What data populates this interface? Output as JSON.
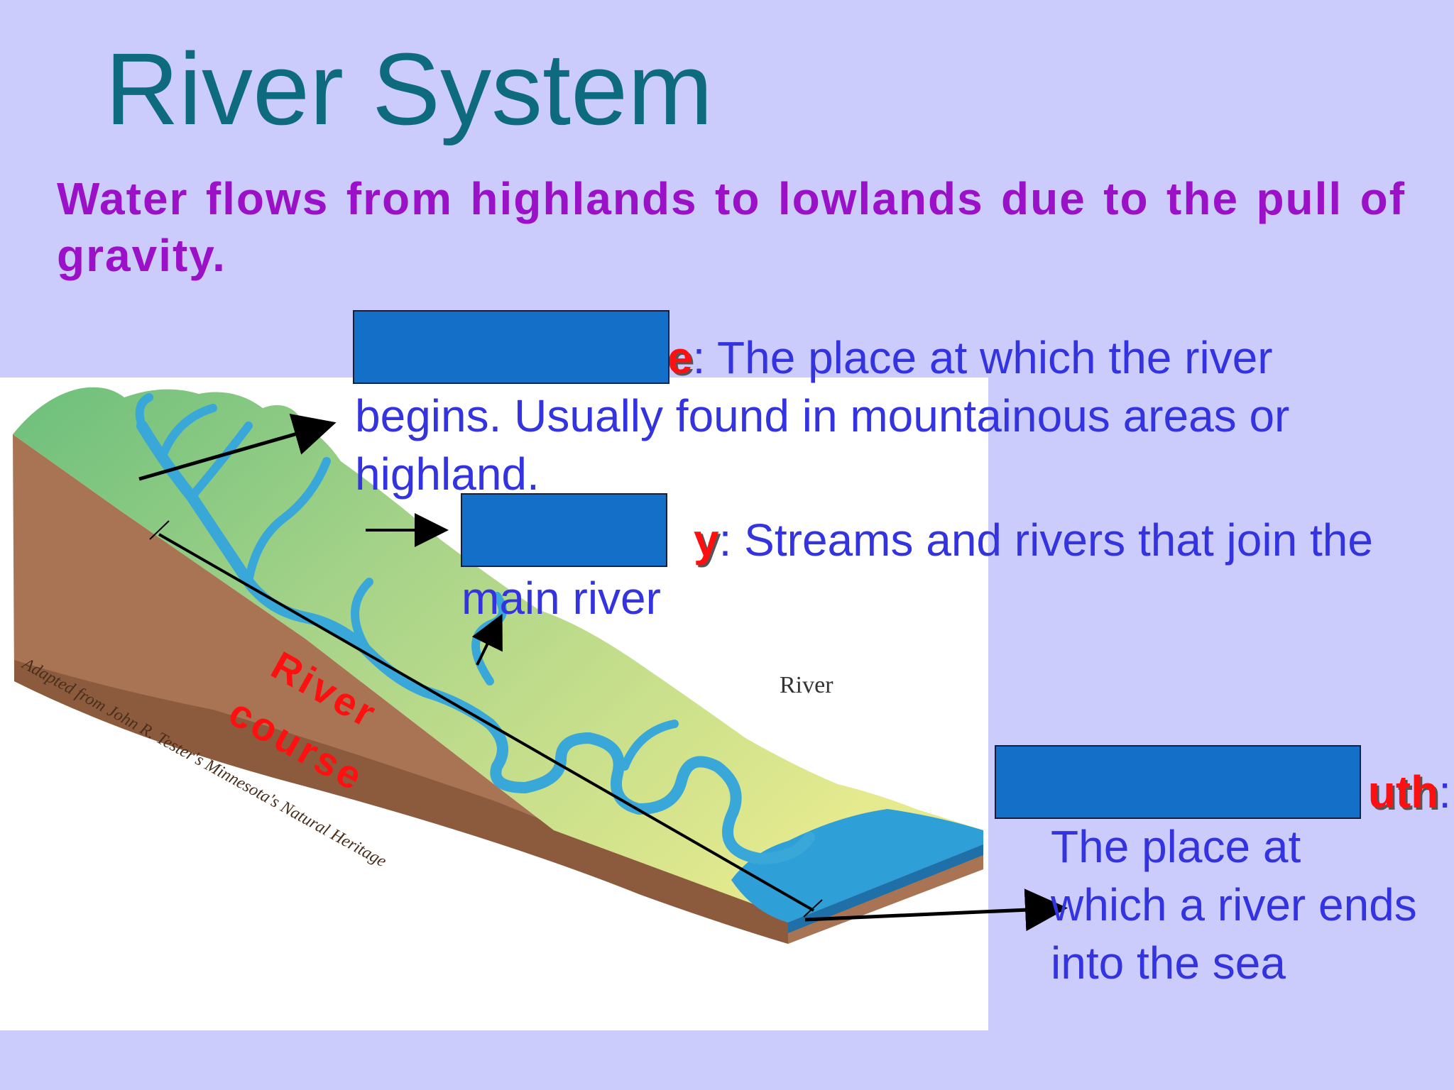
{
  "slide": {
    "title": "River System",
    "subtitle": "Water flows from highlands to lowlands due to the pull of gravity."
  },
  "colors": {
    "background": "#ccccfc",
    "title": "#0e6a7e",
    "subtitle": "#9a11c8",
    "body_text": "#3333e0",
    "term_text": "#ff1010",
    "redaction_box": "#136fc8",
    "river": "#3aa7d9",
    "highland_green": "#6cbf7c",
    "lowland_yellow": "#e6ea8e",
    "soil": "#a97453"
  },
  "definitions": {
    "source": {
      "term_visible": "e",
      "separator": ":",
      "line1": " The place at which the river",
      "line2": "begins. Usually found in mountainous areas or",
      "line3": "highland."
    },
    "tributary": {
      "term_visible": "y",
      "separator": ":",
      "line1": " Streams and rivers that join the",
      "line2": "main river"
    },
    "mouth": {
      "term_visible": "uth",
      "separator": ":",
      "line1": "The place at",
      "line2": "which a river ends",
      "line3": "into the sea"
    }
  },
  "diagram": {
    "river_label": "River",
    "course_label_line1": "River",
    "course_label_line2": "course",
    "credit": "Adapted from John R. Tester's Minnesota's Natural Heritage"
  }
}
